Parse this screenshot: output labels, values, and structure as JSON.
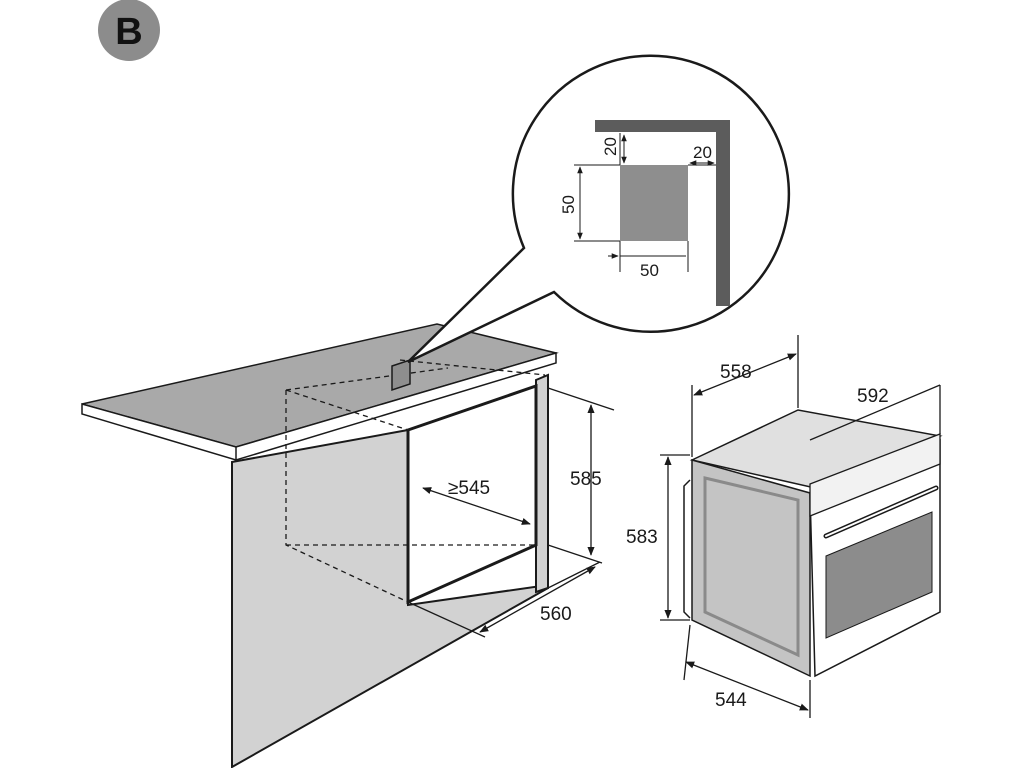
{
  "badge": {
    "label": "B",
    "color": "#8c8c8c"
  },
  "detail": {
    "dim_top_gap": "20",
    "dim_side_gap": "20",
    "dim_vent_height": "50",
    "dim_vent_width": "50"
  },
  "cabinet": {
    "dim_height": "585",
    "dim_depth": "≥545",
    "dim_width": "560"
  },
  "oven": {
    "dim_depth_top": "558",
    "dim_width_top": "592",
    "dim_height": "583",
    "dim_depth_bottom": "544"
  },
  "colors": {
    "counter_gray": "#a9a9a9",
    "panel_gray": "#d2d2d2",
    "vent_gray": "#8e8e8e",
    "line": "#1a1a1a"
  }
}
